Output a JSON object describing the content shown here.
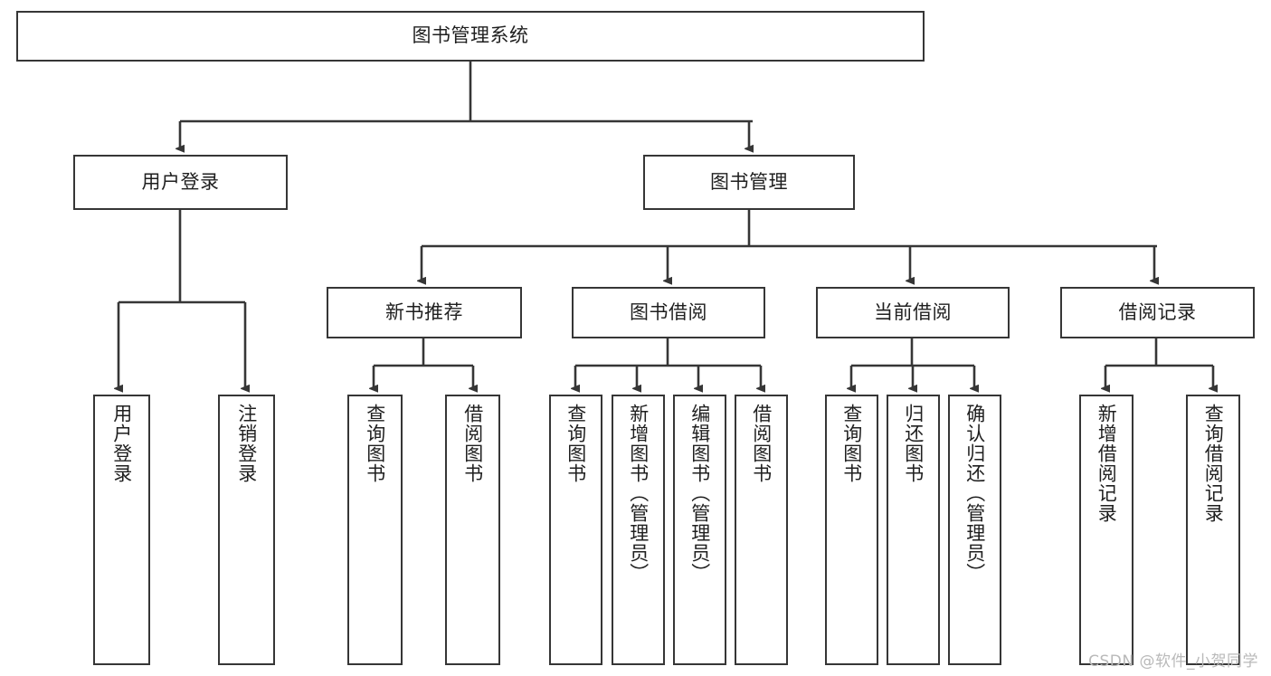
{
  "diagram": {
    "title": "图书管理系统",
    "type": "tree",
    "watermark": "CSDN @软件_小贺同学",
    "colors": {
      "border": "#363636",
      "node_fill": "#ffffff",
      "text": "#1f1f1f",
      "edge": "#363636",
      "background": "#ffffff",
      "watermark": "#b9b9b9"
    },
    "root": {
      "id": "root",
      "label": "图书管理系统"
    },
    "level2": [
      {
        "id": "user-login",
        "label": "用户登录"
      },
      {
        "id": "book-management",
        "label": "图书管理"
      }
    ],
    "level3": [
      {
        "id": "new-book-recommend",
        "label": "新书推荐",
        "parent": "book-management"
      },
      {
        "id": "book-borrow",
        "label": "图书借阅",
        "parent": "book-management"
      },
      {
        "id": "current-borrow",
        "label": "当前借阅",
        "parent": "book-management"
      },
      {
        "id": "borrow-record",
        "label": "借阅记录",
        "parent": "book-management"
      }
    ],
    "leaves": [
      {
        "id": "leaf-user-login",
        "label": "用户登录",
        "parent": "user-login"
      },
      {
        "id": "leaf-logout-login",
        "label": "注销登录",
        "parent": "user-login"
      },
      {
        "id": "leaf-query-book-1",
        "label": "查询图书",
        "parent": "new-book-recommend"
      },
      {
        "id": "leaf-borrow-book-1",
        "label": "借阅图书",
        "parent": "new-book-recommend"
      },
      {
        "id": "leaf-query-book-2",
        "label": "查询图书",
        "parent": "book-borrow"
      },
      {
        "id": "leaf-add-book",
        "label": "新增图书（管理员）",
        "parent": "book-borrow"
      },
      {
        "id": "leaf-edit-book",
        "label": "编辑图书（管理员）",
        "parent": "book-borrow"
      },
      {
        "id": "leaf-borrow-book-2",
        "label": "借阅图书",
        "parent": "book-borrow"
      },
      {
        "id": "leaf-query-book-3",
        "label": "查询图书",
        "parent": "current-borrow"
      },
      {
        "id": "leaf-return-book",
        "label": "归还图书",
        "parent": "current-borrow"
      },
      {
        "id": "leaf-confirm-return",
        "label": "确认归还（管理员）",
        "parent": "current-borrow"
      },
      {
        "id": "leaf-add-record",
        "label": "新增借阅记录",
        "parent": "borrow-record"
      },
      {
        "id": "leaf-query-record",
        "label": "查询借阅记录",
        "parent": "borrow-record"
      }
    ]
  }
}
